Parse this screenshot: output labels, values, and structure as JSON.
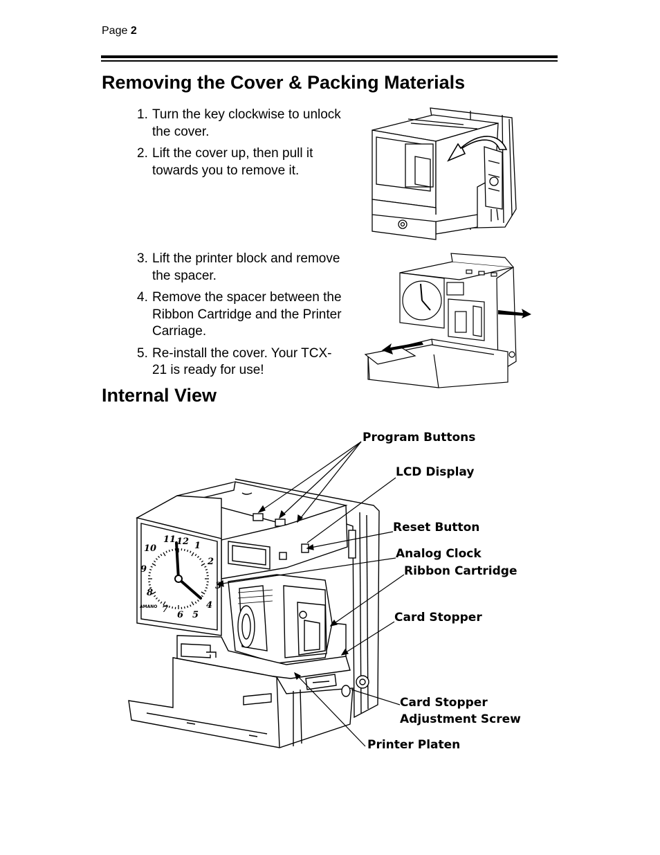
{
  "header": {
    "page_word": "Page",
    "page_number": "2"
  },
  "section1": {
    "title": "Removing the Cover & Packing Materials",
    "steps_a": [
      {
        "num": "1.",
        "text": "Turn the key clockwise to unlock the cover."
      },
      {
        "num": "2.",
        "text": "Lift the cover up, then pull it towards you to remove it."
      }
    ],
    "steps_b": [
      {
        "num": "3.",
        "text": "Lift the printer block and remove the spacer."
      },
      {
        "num": "4.",
        "text": "Remove the spacer between the Ribbon Cartridge and the Printer Carriage."
      },
      {
        "num": "5.",
        "text": "Re-install the cover. Your TCX-21 is ready for use!"
      }
    ]
  },
  "section2": {
    "title": "Internal View",
    "callouts": {
      "program_buttons": "Program Buttons",
      "lcd_display": "LCD Display",
      "reset_button": "Reset Button",
      "analog_clock": "Analog Clock",
      "ribbon_cartridge": "Ribbon Cartridge",
      "card_stopper": "Card Stopper",
      "card_stopper_adj_1": "Card Stopper",
      "card_stopper_adj_2": "Adjustment Screw",
      "printer_platen": "Printer Platen"
    },
    "clock_numbers": [
      "12",
      "1",
      "2",
      "3",
      "4",
      "5",
      "6",
      "7",
      "8",
      "9",
      "10",
      "11"
    ],
    "clock_brand": "AMANO"
  }
}
